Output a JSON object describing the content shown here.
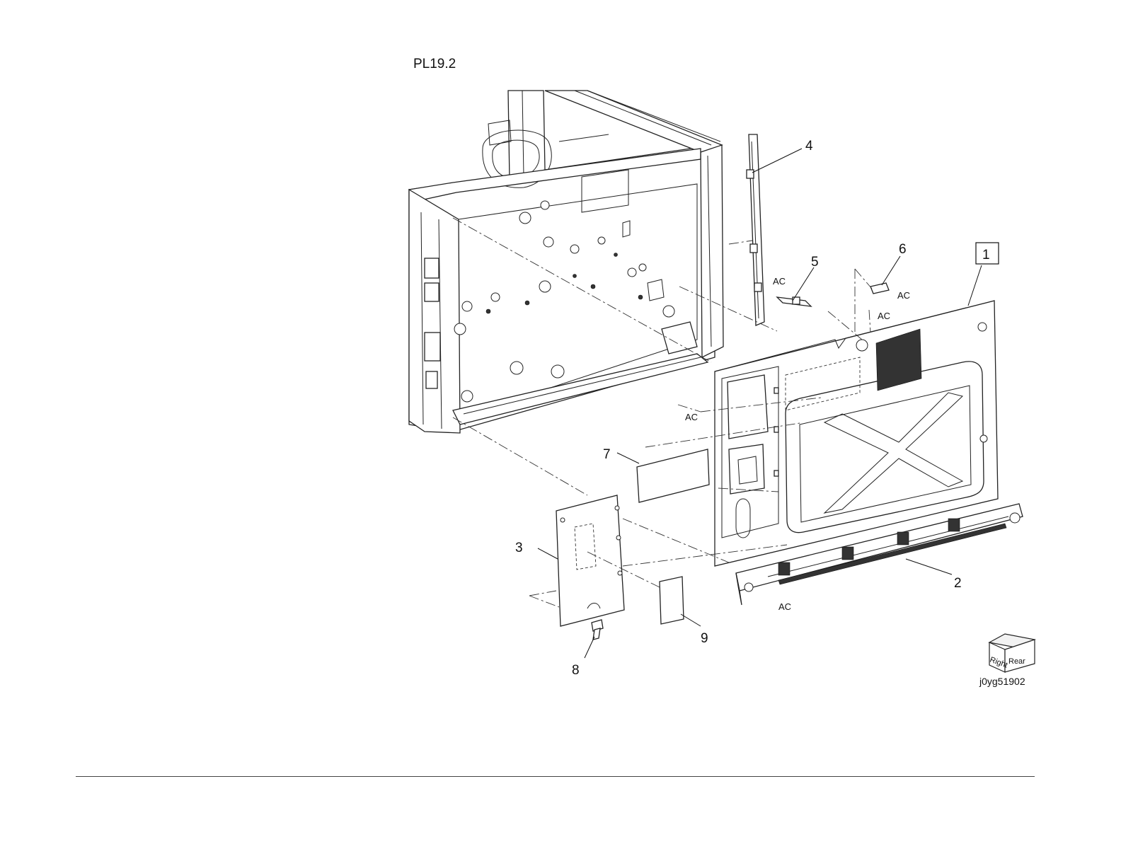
{
  "figure": {
    "title": "PL19.2",
    "image_id": "j0yg51902",
    "orientation_cube": {
      "face_left": "Right",
      "face_right": "Rear"
    }
  },
  "callouts": [
    {
      "number": "1",
      "boxed": true
    },
    {
      "number": "2"
    },
    {
      "number": "3"
    },
    {
      "number": "4"
    },
    {
      "number": "5"
    },
    {
      "number": "6"
    },
    {
      "number": "7"
    },
    {
      "number": "8"
    },
    {
      "number": "9"
    }
  ],
  "connectors": {
    "label": "AC",
    "count": 6
  },
  "colors": {
    "line": "#222222",
    "background": "#ffffff"
  }
}
